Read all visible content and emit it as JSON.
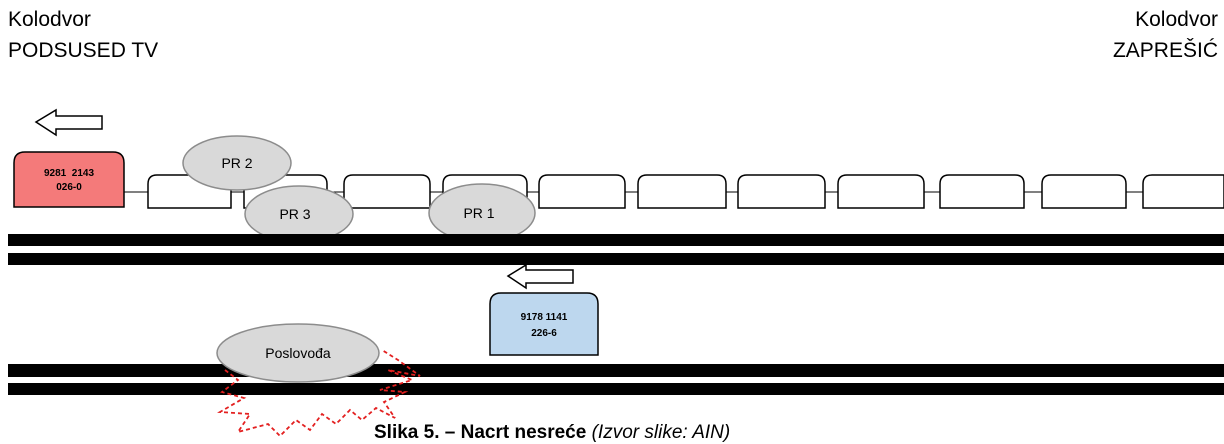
{
  "stations": {
    "left": {
      "line1": "Kolodvor",
      "line2": "PODSUSED TV"
    },
    "right": {
      "line1": "Kolodvor",
      "line2": "ZAPREŠIĆ"
    }
  },
  "locomotives": {
    "red": {
      "line1": "9281  2143",
      "line2": "026-0",
      "color": "#f47a7a"
    },
    "blue": {
      "line1": "9178 1141",
      "line2": "226-6",
      "color": "#bdd7ee"
    }
  },
  "workers": {
    "pr2": "PR 2",
    "pr3": "PR 3",
    "pr1": "PR 1",
    "poslovodja": "Poslovođa"
  },
  "caption": {
    "bold": "Slika 5. – Nacrt nesreće",
    "italic": "(Izvor slike: AIN)"
  },
  "colors": {
    "rail": "#000000",
    "ellipse_fill": "#d9d9d9",
    "ellipse_stroke": "#8c8c8c",
    "impact": "#e32020"
  }
}
